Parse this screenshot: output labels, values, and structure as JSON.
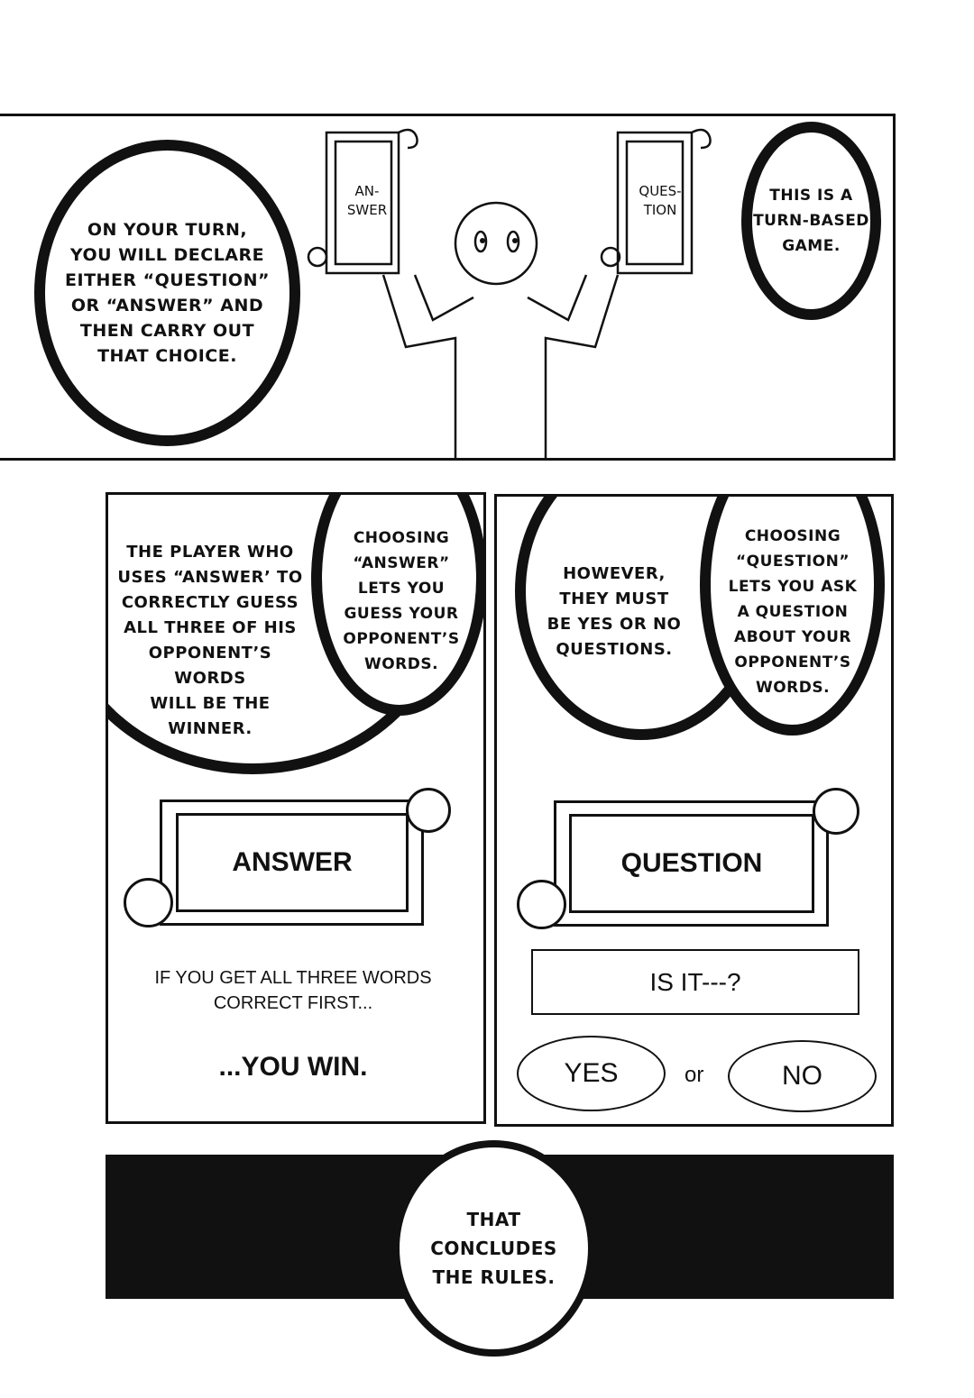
{
  "panel1": {
    "bubble_left": "ON YOUR TURN,\nYOU WILL DECLARE\nEITHER “QUESTION”\nOR “ANSWER” AND\nTHEN CARRY OUT\nTHAT CHOICE.",
    "bubble_right": "THIS IS A\nTURN-BASED\nGAME.",
    "card_left": "AN-\nSWER",
    "card_right": "QUES-\nTION"
  },
  "panel2": {
    "bubble_left": "THE PLAYER WHO\nUSES “ANSWER’ TO\nCORRECTLY GUESS\nALL THREE OF HIS\nOPPONENT’S WORDS\nWILL BE THE\nWINNER.",
    "bubble_right": "CHOOSING\n“ANSWER”\nLETS YOU\nGUESS YOUR\nOPPONENT’S\nWORDS.",
    "card": "ANSWER",
    "caption": "IF YOU GET ALL THREE WORDS\nCORRECT FIRST...",
    "win": "...YOU WIN."
  },
  "panel3": {
    "bubble_left": "HOWEVER,\nTHEY MUST\nBE YES OR NO\nQUESTIONS.",
    "bubble_right": "CHOOSING\n“QUESTION”\nLETS YOU ASK\nA QUESTION\nABOUT YOUR\nOPPONENT’S\nWORDS.",
    "card": "QUESTION",
    "question_box": "IS IT---?",
    "yes": "YES",
    "or": "or",
    "no": "NO"
  },
  "panel4": {
    "bubble": "THAT\nCONCLUDES\nTHE RULES."
  }
}
